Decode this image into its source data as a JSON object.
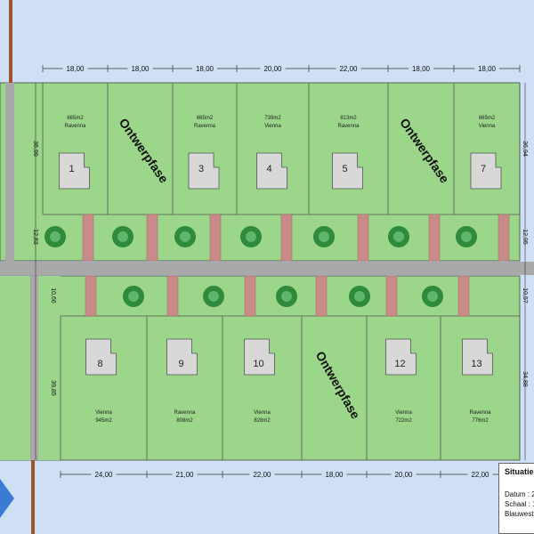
{
  "plan": {
    "top_widths": [
      "18,00",
      "18,00",
      "18,00",
      "20,00",
      "22,00",
      "18,00",
      "18,00"
    ],
    "bottom_widths": [
      "24,00",
      "21,00",
      "22,00",
      "18,00",
      "20,00",
      "22,00"
    ],
    "depths": {
      "top_left": "36,99",
      "top_right": "36,94",
      "strip_top_left": "12,83",
      "strip_top_right": "12,95",
      "strip_bottom_left": "10,66",
      "strip_bottom_right": "10,57",
      "bottom_left": "39,85",
      "bottom_right": "34,88"
    },
    "top_plots": [
      {
        "number": "1",
        "area": "665m2",
        "type": "Ravenna"
      },
      {
        "number": "",
        "area": "",
        "type": "",
        "label": "Ontwerpfase"
      },
      {
        "number": "3",
        "area": "665m2",
        "type": "Ravenna"
      },
      {
        "number": "4",
        "area": "739m2",
        "type": "Vienna"
      },
      {
        "number": "5",
        "area": "813m2",
        "type": "Ravenna"
      },
      {
        "number": "",
        "area": "",
        "type": "",
        "label": "Ontwerpfase"
      },
      {
        "number": "7",
        "area": "665m2",
        "type": "Vienna"
      }
    ],
    "bottom_plots": [
      {
        "number": "8",
        "area": "945m2",
        "type": "Vienna"
      },
      {
        "number": "9",
        "area": "808m2",
        "type": "Ravenna"
      },
      {
        "number": "10",
        "area": "828m2",
        "type": "Vienna"
      },
      {
        "number": "",
        "area": "",
        "type": "",
        "label": "Ontwerpfase"
      },
      {
        "number": "12",
        "area": "722m2",
        "type": "Vienna"
      },
      {
        "number": "13",
        "area": "776m2",
        "type": "Ravenna"
      }
    ]
  },
  "legend": {
    "title": "Situatie",
    "line1": "Datum : 2",
    "line2": "Schaal : 1",
    "line3": "Blauwest"
  },
  "colors": {
    "background": "#cfe0f5",
    "grass": "#9bd68a",
    "road": "#a9a9a9",
    "pavers": "#c98a8a",
    "house": "#d8d8d8",
    "tree": "#2f8a3b",
    "pole": "#a0522d",
    "arrow": "#3a7bd5"
  }
}
